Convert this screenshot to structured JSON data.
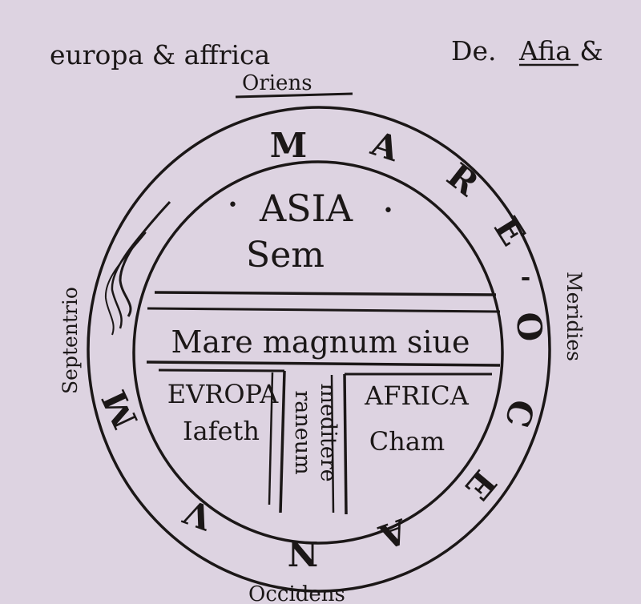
{
  "header": {
    "left_caption": "europa & affrica",
    "right_caption_prefix": "De.",
    "right_caption_word": "Afia &"
  },
  "cardinal": {
    "east": "Oriens",
    "west": "Occidens",
    "north": "Septentrio",
    "south": "Meridies"
  },
  "ocean": {
    "letters": [
      "M",
      "A",
      "R",
      "E",
      "-",
      "O",
      "C",
      "E",
      "A",
      "N",
      "V",
      "M"
    ]
  },
  "continents": {
    "asia": {
      "name": "ASIA",
      "son": "Sem"
    },
    "europa": {
      "name": "EVROPA",
      "son": "Iafeth"
    },
    "africa": {
      "name": "AFRICA",
      "son": "Cham"
    }
  },
  "sea": {
    "horizontal": "Mare magnum siue",
    "vertical_left": "meditere",
    "vertical_right": "raneum"
  },
  "colors": {
    "paper": "#ddd3e1",
    "ink": "#1b1717"
  }
}
